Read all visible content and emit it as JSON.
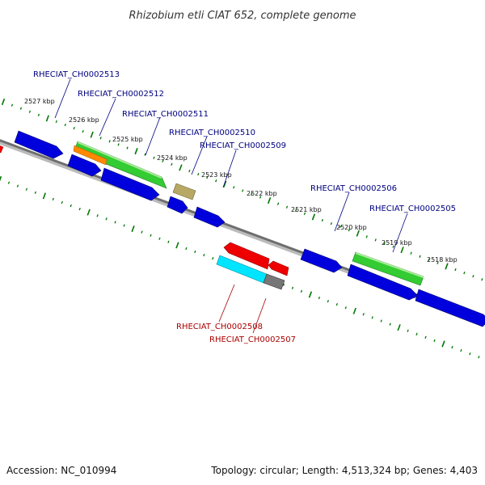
{
  "header": {
    "title": "Rhizobium etli CIAT 652, complete genome"
  },
  "footer": {
    "accession": "Accession: NC_010994",
    "summary": "Topology: circular; Length: 4,513,324 bp; Genes: 4,403"
  },
  "colors": {
    "forward_label": "#000080",
    "reverse_label": "#aa0000",
    "tick": "#007700",
    "backbone": "#777777"
  },
  "ruler": {
    "unit": "kbp",
    "ticks": [
      "2527 kbp",
      "2526 kbp",
      "2525 kbp",
      "2524 kbp",
      "2523 kbp",
      "2522 kbp",
      "2521 kbp",
      "2520 kbp",
      "2519 kbp",
      "2518 kbp"
    ]
  },
  "genes": [
    {
      "locus_tag": "RHECIAT_CH0002513",
      "strand": "forward"
    },
    {
      "locus_tag": "RHECIAT_CH0002512",
      "strand": "forward"
    },
    {
      "locus_tag": "RHECIAT_CH0002511",
      "strand": "forward"
    },
    {
      "locus_tag": "RHECIAT_CH0002510",
      "strand": "forward"
    },
    {
      "locus_tag": "RHECIAT_CH0002509",
      "strand": "forward"
    },
    {
      "locus_tag": "RHECIAT_CH0002506",
      "strand": "forward"
    },
    {
      "locus_tag": "RHECIAT_CH0002505",
      "strand": "forward"
    },
    {
      "locus_tag": "RHECIAT_CH0002508",
      "strand": "reverse"
    },
    {
      "locus_tag": "RHECIAT_CH0002507",
      "strand": "reverse"
    }
  ]
}
